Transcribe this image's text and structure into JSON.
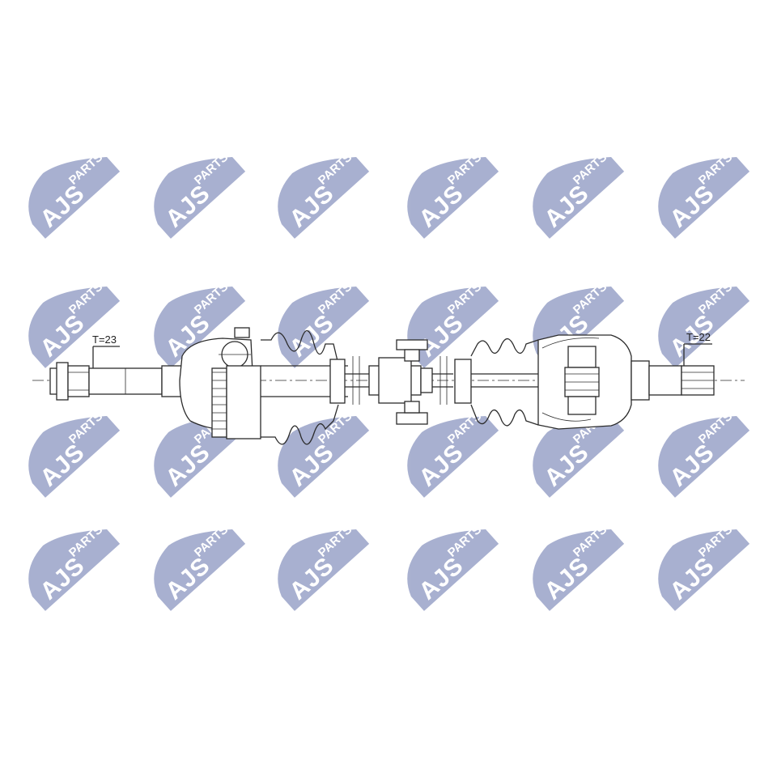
{
  "watermark": {
    "brand": "AJS",
    "suffix": "PARTS",
    "color": "#9aa3c8"
  },
  "labels": {
    "left_spline": "T=23",
    "right_spline": "T=22"
  }
}
